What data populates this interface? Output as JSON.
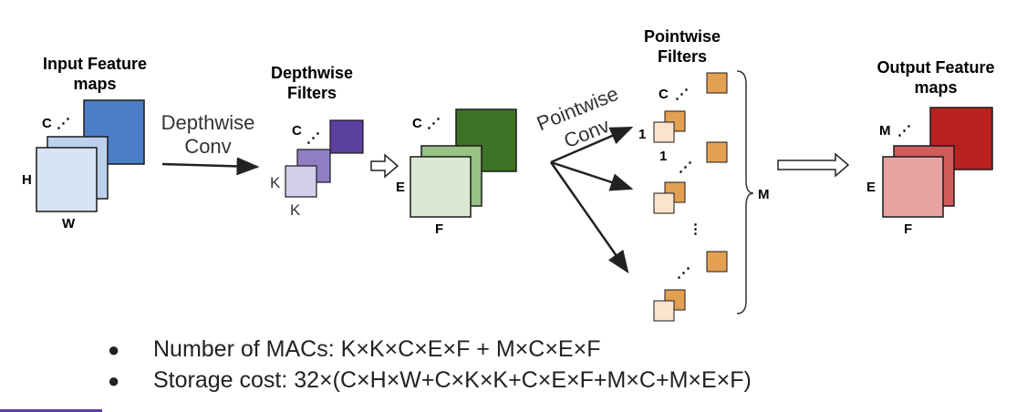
{
  "input": {
    "title_line1": "Input Feature",
    "title_line2": "maps",
    "c": "C",
    "h": "H",
    "w": "W"
  },
  "depthwise_conv": {
    "line1": "Depthwise",
    "line2": "Conv"
  },
  "depthwise_filters": {
    "title_line1": "Depthwise",
    "title_line2": "Filters",
    "c": "C",
    "k_left": "K",
    "k_bottom": "K"
  },
  "intermediate": {
    "c": "C",
    "e": "E",
    "f": "F"
  },
  "pointwise_conv": {
    "line1": "Pointwise",
    "line2": "Conv"
  },
  "pointwise_filters": {
    "title_line1": "Pointwise",
    "title_line2": "Filters",
    "c": "C",
    "one_a": "1",
    "one_b": "1",
    "m": "M"
  },
  "output": {
    "title_line1": "Output Feature",
    "title_line2": "maps",
    "m": "M",
    "e": "E",
    "f": "F"
  },
  "bullets": [
    {
      "marker": "●",
      "text": "Number of MACs: K×K×C×E×F + M×C×E×F"
    },
    {
      "marker": "●",
      "text": "Storage cost: 32×(C×H×W+C×K×K+C×E×F+M×C+M×E×F)"
    }
  ],
  "colors": {
    "input_back": "#4a7fc6",
    "input_mid": "#bcd1ec",
    "input_front": "#d8e4f4",
    "dw_back": "#5b3f9e",
    "dw_mid": "#8f7fc4",
    "dw_front": "#d4cde9",
    "mid_back": "#3d7326",
    "mid_mid": "#99c184",
    "mid_front": "#dbe9d2",
    "pw_back": "#e3a052",
    "pw_front": "#fbe3cc",
    "out_back": "#b8211d",
    "out_mid": "#cf5b5b",
    "out_front": "#e9a2a2"
  }
}
